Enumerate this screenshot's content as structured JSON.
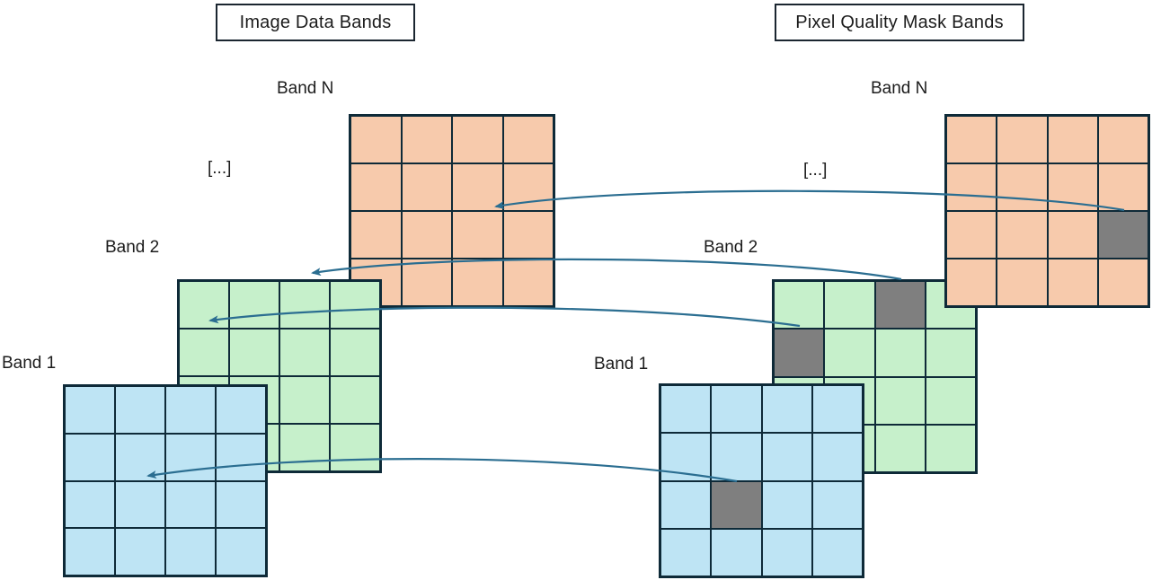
{
  "titles": {
    "image": "Image Data Bands",
    "mask": "Pixel Quality Mask Bands"
  },
  "image_stack": {
    "band_n_label": "Band N",
    "ellipsis": "[...]",
    "band_2_label": "Band 2",
    "band_1_label": "Band 1"
  },
  "mask_stack": {
    "band_n_label": "Band N",
    "ellipsis": "[...]",
    "band_2_label": "Band 2",
    "band_1_label": "Band 1"
  },
  "colors": {
    "band_1_fill": "#BEE4F4",
    "band_2_fill": "#C6F0CB",
    "band_n_fill": "#F7CAAC",
    "masked_cell_fill": "#7F7F7F",
    "grid_border": "#0E2A38",
    "arrow": "#2B6E91"
  },
  "grids": [
    {
      "id": "image-band-n",
      "group": "image",
      "band": "Band N",
      "rows": 4,
      "cols": 4,
      "fill_key": "band_n_fill",
      "masked_cells": []
    },
    {
      "id": "image-band-2",
      "group": "image",
      "band": "Band 2",
      "rows": 4,
      "cols": 4,
      "fill_key": "band_2_fill",
      "masked_cells": []
    },
    {
      "id": "image-band-1",
      "group": "image",
      "band": "Band 1",
      "rows": 4,
      "cols": 4,
      "fill_key": "band_1_fill",
      "masked_cells": []
    },
    {
      "id": "mask-band-n",
      "group": "mask",
      "band": "Band N",
      "rows": 4,
      "cols": 4,
      "fill_key": "band_n_fill",
      "masked_cells": [
        {
          "row": 3,
          "col": 4
        }
      ]
    },
    {
      "id": "mask-band-2",
      "group": "mask",
      "band": "Band 2",
      "rows": 4,
      "cols": 4,
      "fill_key": "band_2_fill",
      "masked_cells": [
        {
          "row": 1,
          "col": 3
        },
        {
          "row": 2,
          "col": 1
        }
      ]
    },
    {
      "id": "mask-band-1",
      "group": "mask",
      "band": "Band 1",
      "rows": 4,
      "cols": 4,
      "fill_key": "band_1_fill",
      "masked_cells": [
        {
          "row": 3,
          "col": 2
        }
      ]
    }
  ],
  "arrows": [
    {
      "from_grid": "mask-band-n",
      "from_cell": {
        "row": 3,
        "col": 4
      },
      "to_grid": "image-band-n"
    },
    {
      "from_grid": "mask-band-2",
      "from_cell": {
        "row": 1,
        "col": 3
      },
      "to_grid": "image-band-2"
    },
    {
      "from_grid": "mask-band-2",
      "from_cell": {
        "row": 2,
        "col": 1
      },
      "to_grid": "image-band-2"
    },
    {
      "from_grid": "mask-band-1",
      "from_cell": {
        "row": 3,
        "col": 2
      },
      "to_grid": "image-band-1"
    }
  ]
}
